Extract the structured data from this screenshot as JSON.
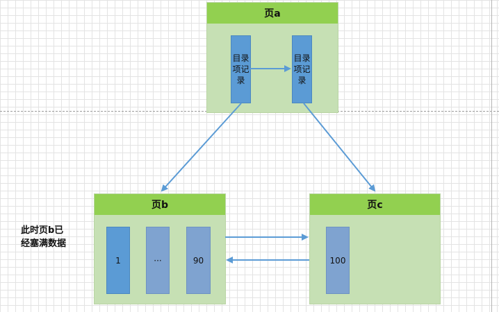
{
  "page_a": {
    "title": "页a",
    "records": [
      {
        "lines": [
          "目录",
          "项记",
          "录"
        ]
      },
      {
        "lines": [
          "目录",
          "项记",
          "录"
        ]
      }
    ]
  },
  "page_b": {
    "title": "页b",
    "records": [
      "1",
      "···",
      "90"
    ]
  },
  "page_c": {
    "title": "页c",
    "records": [
      "100"
    ]
  },
  "note": {
    "lines": [
      "此时页b已",
      "经塞满数据"
    ]
  },
  "colors": {
    "header_green": "#92d050",
    "page_green": "#c6e0b4",
    "record_blue": "#5b9bd5",
    "record_light_blue": "#7fa3d0",
    "arrow_blue": "#5b9bd5"
  }
}
